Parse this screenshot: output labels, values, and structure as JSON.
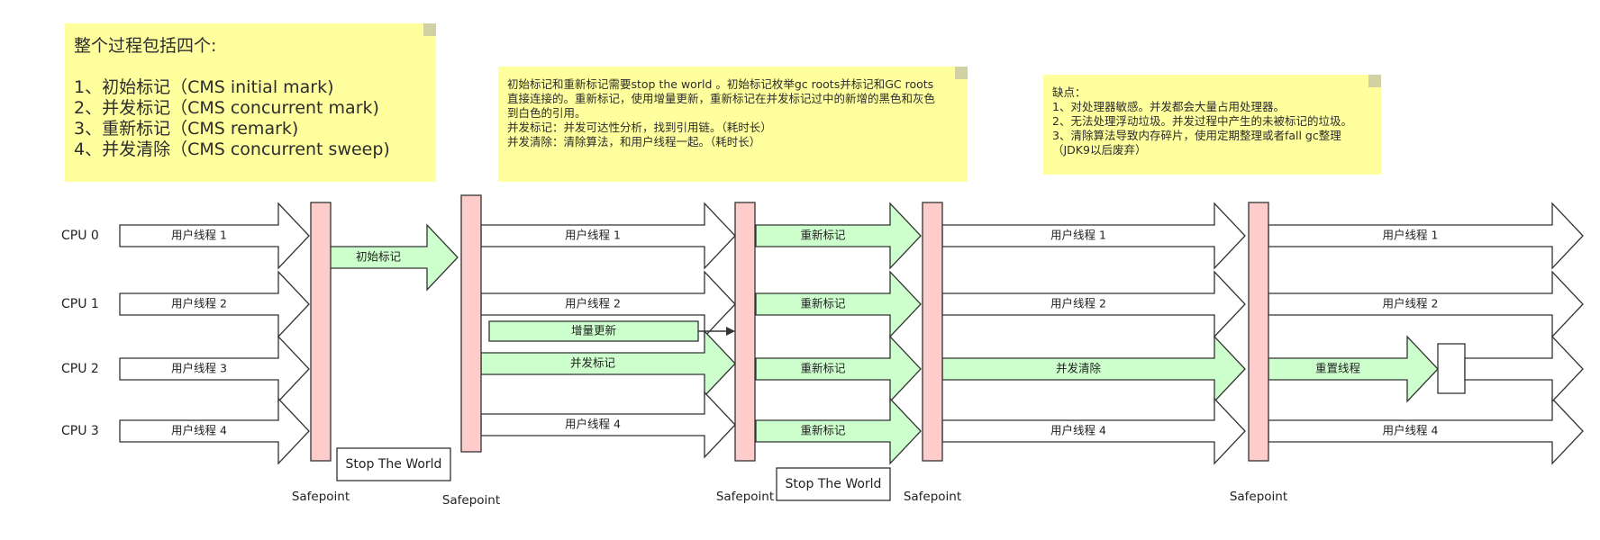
{
  "notes": {
    "overview": {
      "title": "整个过程包括四个:",
      "lines": [
        "1、初始标记（CMS initial mark)",
        "2、并发标记（CMS concurrent mark)",
        "3、重新标记（CMS remark)",
        "4、并发清除（CMS concurrent sweep)"
      ]
    },
    "phases": {
      "lines": [
        "初始标记和重新标记需要stop the world 。初始标记枚举gc roots并标记和GC roots",
        "直接连接的。重新标记，使用增量更新，重新标记在并发标记过中的新增的黑色和灰色",
        "到白色的引用。",
        "",
        "并发标记：并发可达性分析，找到引用链。（耗时长）",
        "并发清除：清除算法，和用户线程一起。（耗时长）"
      ]
    },
    "drawbacks": {
      "lines": [
        "缺点：",
        "1、对处理器敏感。并发都会大量占用处理器。",
        "2、无法处理浮动垃圾。并发过程中产生的未被标记的垃圾。",
        "3、清除算法导致内存碎片，使用定期整理或者fall gc整理",
        "（JDK9以后废弃）"
      ]
    }
  },
  "cpus": [
    "CPU 0",
    "CPU 1",
    "CPU 2",
    "CPU 3"
  ],
  "threads": {
    "t1": "用户线程 1",
    "t2": "用户线程 2",
    "t3": "用户线程 3",
    "t4": "用户线程 4"
  },
  "phases": {
    "initial_mark": "初始标记",
    "incremental_update": "增量更新",
    "concurrent_mark": "并发标记",
    "remark": "重新标记",
    "concurrent_sweep": "并发清除",
    "reset_threads": "重置线程"
  },
  "labels": {
    "safepoint": "Safepoint",
    "stop_the_world": "Stop The World"
  },
  "colors": {
    "note_bg": "#ffff99",
    "safepoint_bar": "#ffcccc",
    "gc_arrow": "#ccffcc",
    "outline": "#333333"
  }
}
